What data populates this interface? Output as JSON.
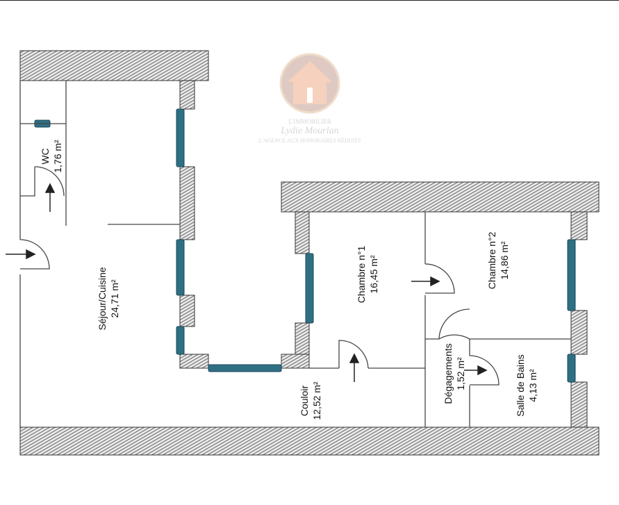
{
  "rooms": [
    {
      "name": "WC",
      "area": "1,76 m²"
    },
    {
      "name": "Séjour/Cuisine",
      "area": "24,71 m²"
    },
    {
      "name": "Chambre n°1",
      "area": "16,45 m²"
    },
    {
      "name": "Chambre n°2",
      "area": "14,86 m²"
    },
    {
      "name": "Couloir",
      "area": "12,52 m²"
    },
    {
      "name": "Dégagements",
      "area": "1,52 m²"
    },
    {
      "name": "Salle de Bains",
      "area": "4,13 m²"
    }
  ],
  "logo": {
    "line1": "L'IMMOBILIER",
    "line2": "Lydie Mourlan",
    "line3": "L'AGENCE AUX HONORAIRES RÉDUITS"
  },
  "colors": {
    "window": "#2f6f84",
    "wall": "#555555"
  }
}
